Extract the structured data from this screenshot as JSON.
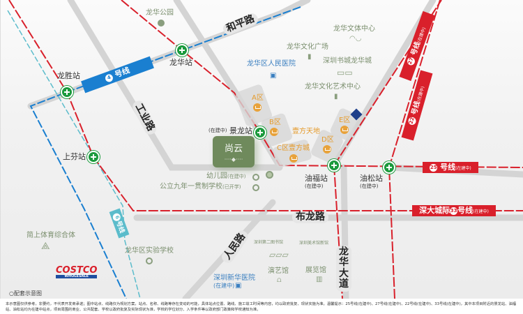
{
  "roads": [
    "和平路",
    "工业路",
    "布龙路",
    "人民路",
    "龙华大道"
  ],
  "stations": {
    "longhua": "龙华站",
    "longsheng": "龙胜站",
    "shangfen": "上芬站",
    "jinglong": "景龙站",
    "jinglong_status": "(在建中)",
    "youfu": "油福站",
    "youfu_status": "(在建中)",
    "yousong": "油松站",
    "yousong_status": "(在建中)"
  },
  "lines": {
    "l4": {
      "num": "4",
      "label": "号线",
      "color": "#1a7fd0"
    },
    "l6": {
      "num": "6",
      "label": "号线",
      "color": "#5bbccb"
    },
    "l27": {
      "num": "27",
      "label": "号线",
      "status": "(在建中)",
      "color": "#d9202b"
    },
    "l22": {
      "num": "22",
      "label": "号线",
      "status": "(在建中)",
      "color": "#d9202b"
    },
    "l25": {
      "num": "25",
      "label": "号线",
      "status": "(在建中)",
      "color": "#d9202b"
    },
    "l33": {
      "prefix": "深大城际",
      "num": "33",
      "label": "号线",
      "status": "(在建中)",
      "color": "#d9202b"
    }
  },
  "project": {
    "name": "尚云",
    "color": "#6f8a5c"
  },
  "pois": {
    "park": "龙华公园",
    "hospital": "龙华区人民医院",
    "culture_square": "龙华文化广场",
    "sports_center": "龙华文体中心",
    "book_city": "深圳书城龙华城",
    "arts_center": "龙华文化艺术中心",
    "kindergarten": "幼儿园",
    "kindergarten_status": "(在建中)",
    "school": "公立九年一贯制学校",
    "school_status": "(已开学)",
    "sports_complex": "简上体育综合体",
    "costco": "COSTCO",
    "costco_sub": "WHOLESALE",
    "exp_school": "龙华区实验学校",
    "library": "深圳第二图书馆",
    "art_museum": "深圳美术馆新馆",
    "theater": "演艺馆",
    "exhibition": "展览馆",
    "xinhua_hospital": "深圳新华医院",
    "xinhua_status": "(在建中)"
  },
  "commercial": {
    "a": "A区",
    "b": "B区",
    "c": "C区壹方城",
    "d": "D区",
    "e": "E区",
    "tiandi": "壹方天地"
  },
  "legend": "配套示意图",
  "footer": "本示意图仅供参考，非要约，不代表开发商承诺；图中站点、线路仅为规划方案，站点、名称、线路等存在变动的可能，具体站点位置、路线、施工竣工时间等内容，均以政府批复、现状实施为准。温馨提示：25号线(在建中)、27号线(在建中)、22号线(在建中)、33号线(在建中)，其中本项目附近的景龙站、油福站、油松站均为在建中站点，项目周围的商业、公共配套、学校以政府批复及实际现状为准，学校的学位划分、入学条件等以政府部门政策和学校通知为准。"
}
